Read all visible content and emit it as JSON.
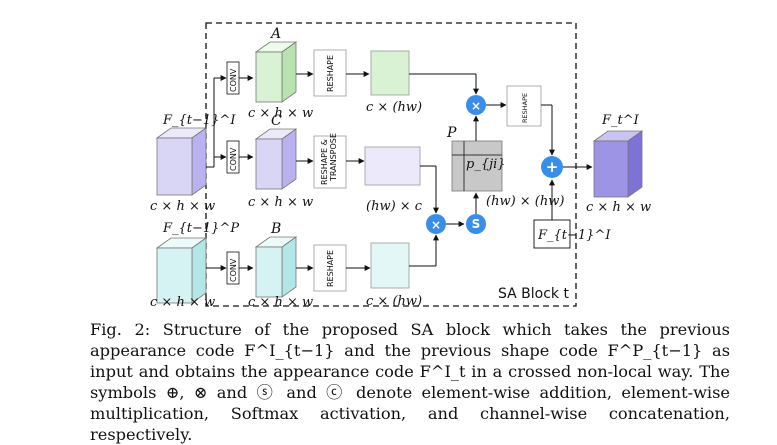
{
  "diagram": {
    "left_input": {
      "top_label": "F_{t−1}^I",
      "top_dim": "c × h × w",
      "bottom_label": "F_{t−1}^P",
      "bottom_dim": "c × h × w"
    },
    "conv_label": "CONV",
    "branches": {
      "A": {
        "name": "A",
        "dim": "c × h × w"
      },
      "C": {
        "name": "C",
        "dim": "c × h × w"
      },
      "B": {
        "name": "B",
        "dim": "c × h × w"
      }
    },
    "reshape_label": "RESHAPE",
    "reshape_transpose_label": "RESHAPE & TRANSPOSE",
    "blocks": {
      "top_dim": "c × (hw)",
      "mid_dim": "(hw) × c",
      "bot_dim": "c × (hw)"
    },
    "matrix": {
      "name": "P",
      "entry": "p_{ji}",
      "dim": "(hw) × (hw)"
    },
    "ops": {
      "multiply": "×",
      "softmax": "S",
      "add": "+"
    },
    "reshape_right": "RESHAPE",
    "skip_label": "F_{t−1}^I",
    "output": {
      "label": "F_t^I",
      "dim": "c × h × w"
    },
    "sa_block": "SA Block t"
  },
  "caption": {
    "text": "Fig. 2: Structure of the proposed SA block which takes the previous appearance code F^I_{t−1} and the previous shape code F^P_{t−1} as input and obtains the appearance code F^I_t in a crossed non-local way. The symbols ⊕, ⊗ and ⓢ and ⓒ denote element-wise addition, element-wise multiplication, Softmax activation, and channel-wise concatenation, respectively."
  },
  "colors": {
    "purple": "#d9d5f5",
    "green": "#d9f2d4",
    "cyan": "#d5f3f3",
    "output_purple": "#9d94e6",
    "op_blue": "#3b8ee8"
  }
}
